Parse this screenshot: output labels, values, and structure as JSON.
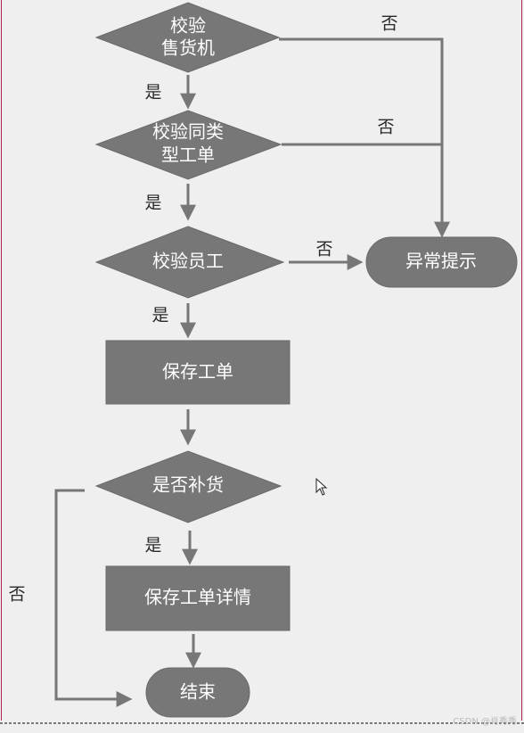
{
  "nodes": {
    "check_vending": [
      "校验",
      "售货机"
    ],
    "check_same_type": [
      "校验同类",
      "型工单"
    ],
    "check_employee": "校验员工",
    "error_prompt": "异常提示",
    "save_order": "保存工单",
    "is_replenish": "是否补货",
    "save_order_detail": "保存工单详情",
    "end": "结束"
  },
  "edge_labels": {
    "yes": "是",
    "no": "否"
  },
  "watermark": "CSDN @肖秀秀",
  "colors": {
    "node_fill": "#777777",
    "node_stroke": "#6a6a6a",
    "arrow": "#777777",
    "background": "#efefef"
  }
}
